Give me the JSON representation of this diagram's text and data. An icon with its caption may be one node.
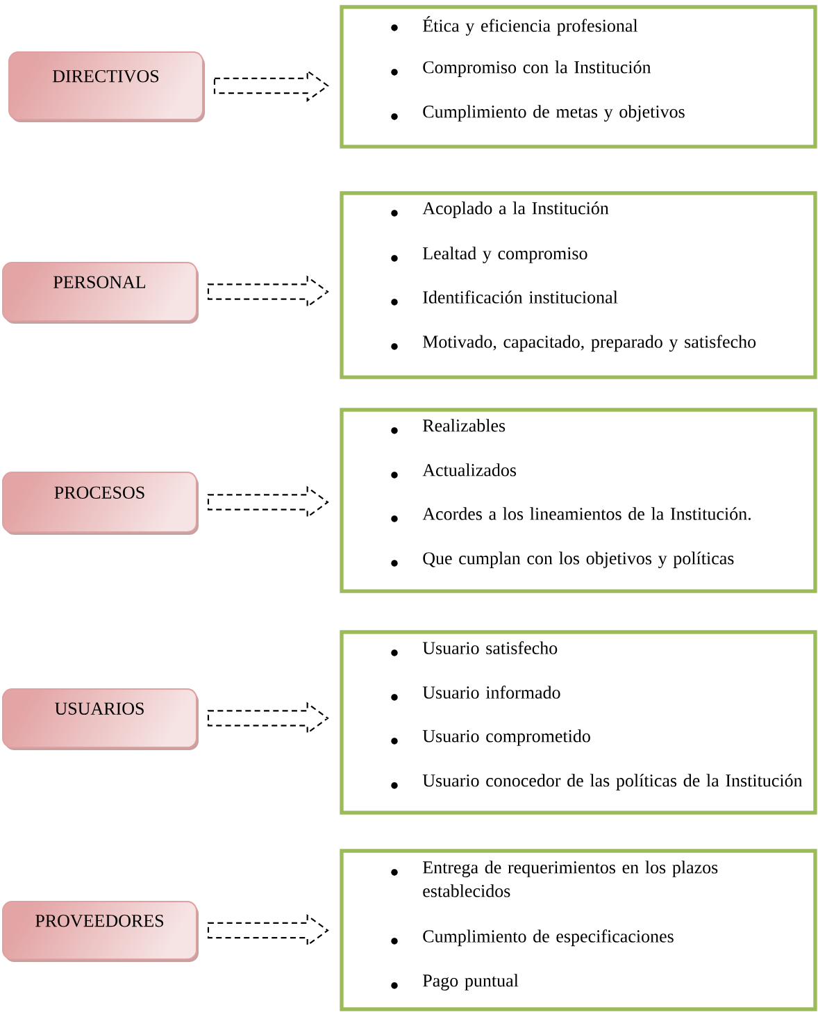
{
  "diagram": {
    "nodes": [
      {
        "text": [
          "DIRECTIVOS"
        ]
      },
      {
        "text": [
          "Ética y eficiencia profesional",
          "Compromiso con la Institución",
          "Cumplimiento de metas y objetivos"
        ]
      },
      {
        "text": [
          "PERSONAL"
        ]
      },
      {
        "text": [
          "Acoplado a la Institución",
          "Lealtad y compromiso",
          "Identificación institucional",
          "Motivado, capacitado, preparado y satisfecho"
        ]
      },
      {
        "text": [
          "PROCESOS"
        ]
      },
      {
        "text": [
          "Realizables",
          "Actualizados",
          "Acordes a los lineamientos de la Institución.",
          "Que cumplan con los objetivos y políticas"
        ]
      },
      {
        "text": [
          "USUARIOS"
        ]
      },
      {
        "text": [
          "Usuario satisfecho",
          "Usuario informado",
          "Usuario comprometido",
          "Usuario conocedor de las políticas de la Institución"
        ]
      },
      {
        "text": [
          "PROVEEDORES"
        ]
      },
      {
        "text": [
          "Entrega de requerimientos en los plazos establecidos",
          "Cumplimiento de especificaciones",
          "Pago puntual"
        ]
      }
    ],
    "edges": [
      {
        "from": 0,
        "to": 1,
        "arrow": "to",
        "style": "dashed"
      },
      {
        "from": 2,
        "to": 3,
        "arrow": "to",
        "style": "dashed"
      },
      {
        "from": 4,
        "to": 5,
        "arrow": "to",
        "style": "dashed"
      },
      {
        "from": 6,
        "to": 7,
        "arrow": "to",
        "style": "dashed"
      },
      {
        "from": 8,
        "to": 9,
        "arrow": "to",
        "style": "dashed"
      }
    ]
  }
}
